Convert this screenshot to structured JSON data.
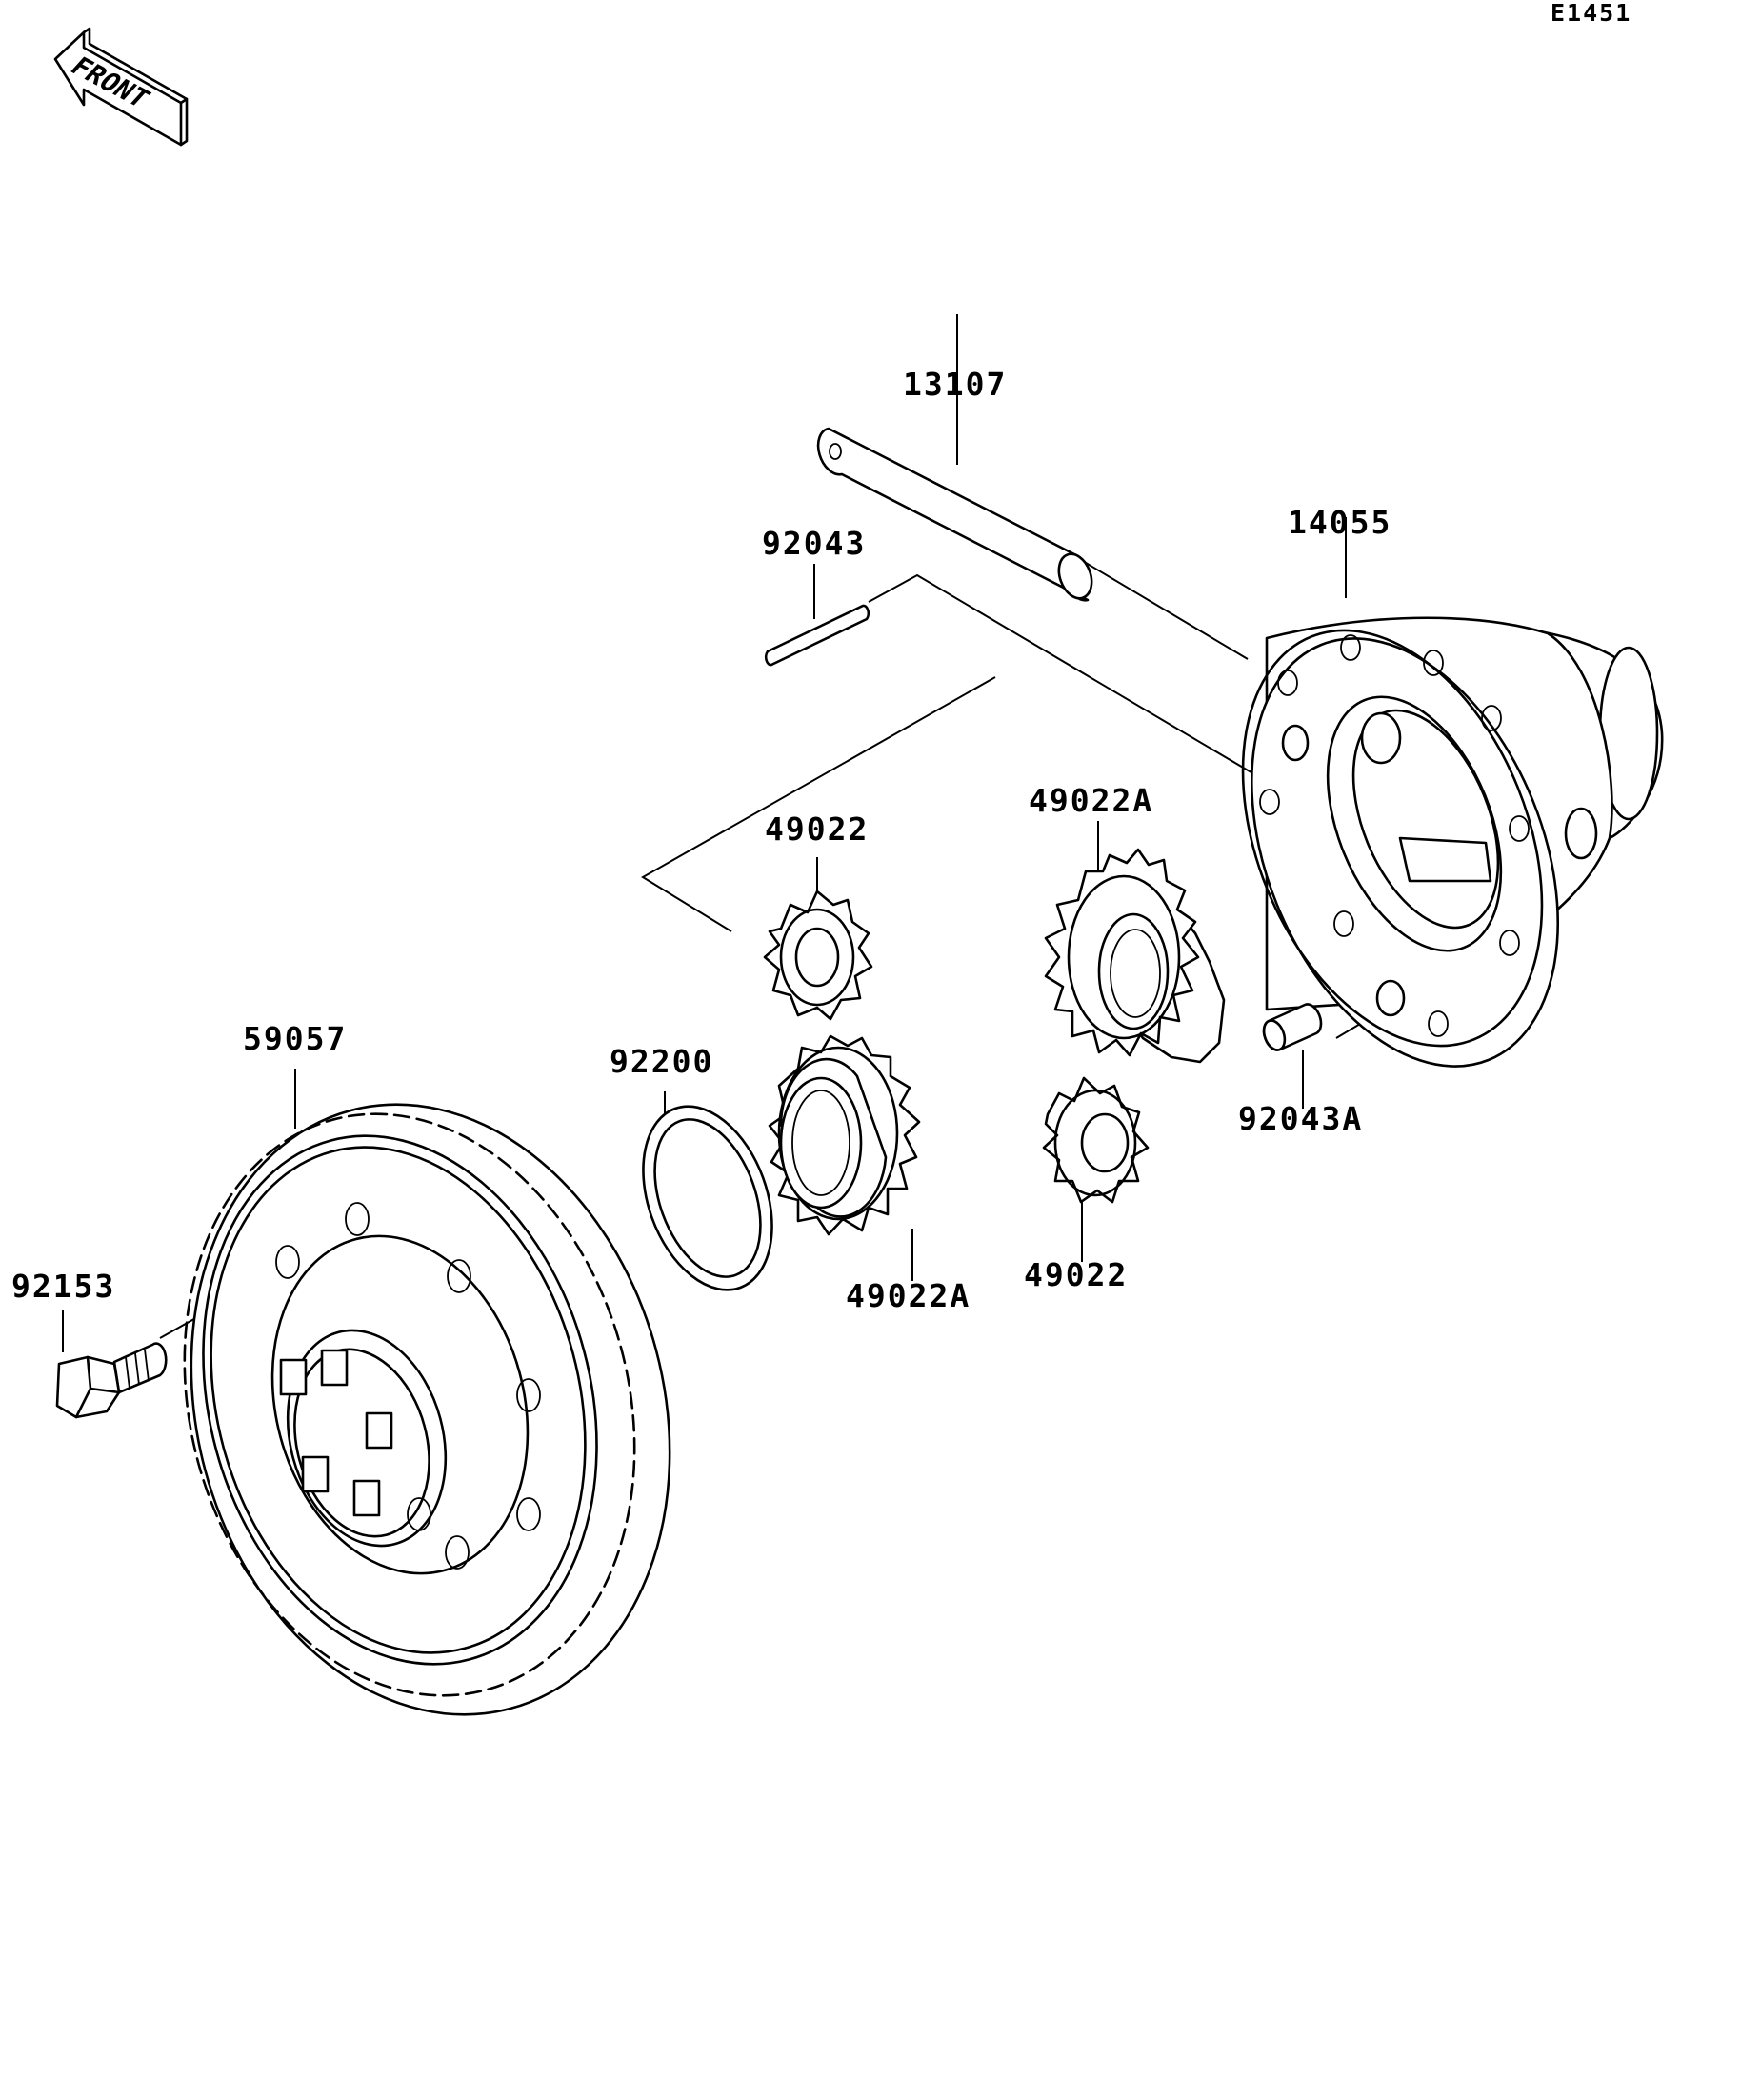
{
  "diagram_code": "E1451",
  "front_arrow": {
    "text": "FRONT"
  },
  "parts": [
    {
      "id": "p13107",
      "number": "13107"
    },
    {
      "id": "p92043",
      "number": "92043"
    },
    {
      "id": "p14055",
      "number": "14055"
    },
    {
      "id": "p49022_top",
      "number": "49022"
    },
    {
      "id": "p49022A_top",
      "number": "49022A"
    },
    {
      "id": "p59057",
      "number": "59057"
    },
    {
      "id": "p92200",
      "number": "92200"
    },
    {
      "id": "p92043A",
      "number": "92043A"
    },
    {
      "id": "p92153",
      "number": "92153"
    },
    {
      "id": "p49022A_bottom",
      "number": "49022A"
    },
    {
      "id": "p49022_bottom",
      "number": "49022"
    }
  ]
}
